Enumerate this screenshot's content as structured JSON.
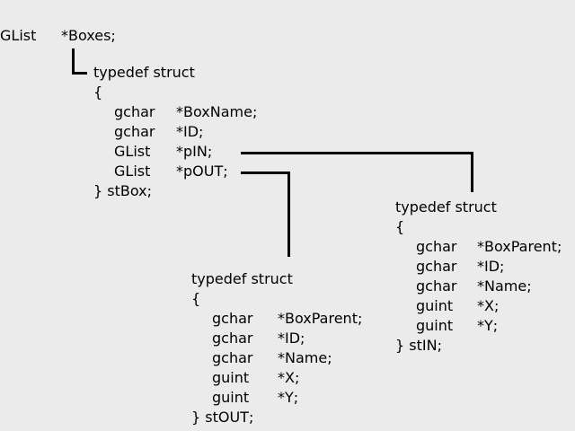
{
  "root": {
    "type": "GList",
    "var": "*Boxes;"
  },
  "box": {
    "header": "typedef struct",
    "open": "{",
    "fields": [
      {
        "type": "gchar",
        "name": "*BoxName;"
      },
      {
        "type": "gchar",
        "name": "*ID;"
      },
      {
        "type": "GList",
        "name": "*pIN;"
      },
      {
        "type": "GList",
        "name": "*pOUT;"
      }
    ],
    "close": "} stBox;"
  },
  "in_struct": {
    "header": "typedef struct",
    "open": "{",
    "fields": [
      {
        "type": "gchar",
        "name": "*BoxParent;"
      },
      {
        "type": "gchar",
        "name": "*ID;"
      },
      {
        "type": "gchar",
        "name": "*Name;"
      },
      {
        "type": "guint",
        "name": "*X;"
      },
      {
        "type": "guint",
        "name": "*Y;"
      }
    ],
    "close": "} stIN;"
  },
  "out_struct": {
    "header": "typedef struct",
    "open": "{",
    "fields": [
      {
        "type": "gchar",
        "name": "*BoxParent;"
      },
      {
        "type": "gchar",
        "name": "*ID;"
      },
      {
        "type": "gchar",
        "name": "*Name;"
      },
      {
        "type": "guint",
        "name": "*X;"
      },
      {
        "type": "guint",
        "name": "*Y;"
      }
    ],
    "close": "} stOUT;"
  },
  "colors": {
    "background": "#ebebeb",
    "text": "#000000",
    "lines": "#000000"
  }
}
